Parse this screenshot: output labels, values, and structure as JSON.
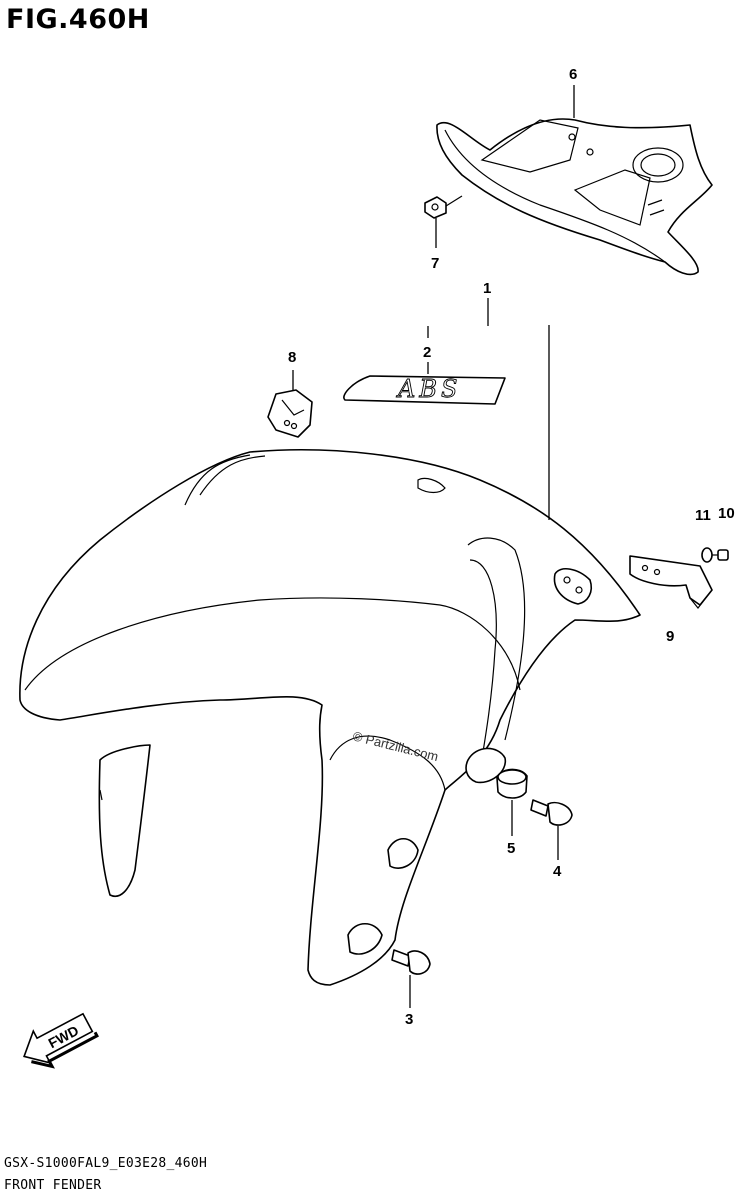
{
  "figure": {
    "title": "FIG.460H",
    "diagram_code": "GSX-S1000FAL9_E03E28_460H",
    "diagram_name": "FRONT FENDER"
  },
  "emblem_text": "ABS",
  "watermark": "© Partzilla.com",
  "direction_label": "FWD",
  "callouts": {
    "c1": "1",
    "c2": "2",
    "c3": "3",
    "c4": "4",
    "c5": "5",
    "c6": "6",
    "c7": "7",
    "c8": "8",
    "c9": "9",
    "c10": "10",
    "c11": "11"
  }
}
